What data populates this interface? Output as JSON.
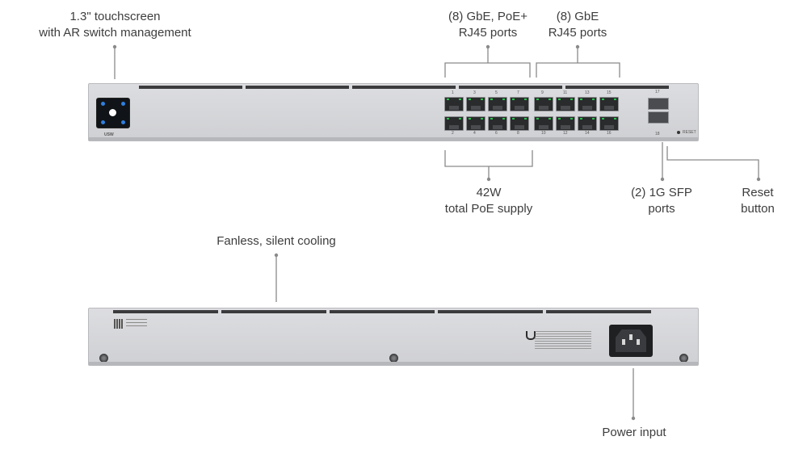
{
  "callouts": {
    "touchscreen": [
      "1.3\" touchscreen",
      "with AR switch management"
    ],
    "poe_ports": [
      "(8) GbE, PoE+",
      "RJ45 ports"
    ],
    "gbe_ports": [
      "(8) GbE",
      "RJ45 ports"
    ],
    "poe_supply": [
      "42W",
      "total PoE supply"
    ],
    "sfp_ports": [
      "(2) 1G SFP",
      "ports"
    ],
    "reset": [
      "Reset",
      "button"
    ],
    "cooling": [
      "Fanless, silent cooling"
    ],
    "power": [
      "Power input"
    ]
  },
  "front_panel": {
    "model_text": "USW",
    "reset_text": "RESET",
    "port_numbers_top": [
      "1",
      "3",
      "5",
      "7",
      "9",
      "11",
      "13",
      "15"
    ],
    "port_numbers_bottom": [
      "2",
      "4",
      "6",
      "8",
      "10",
      "12",
      "14",
      "16"
    ],
    "sfp_numbers": [
      "17",
      "18"
    ]
  },
  "colors": {
    "chassis": "#d4d5d8",
    "led_green": "#27c24c",
    "led_orange": "#f08a24",
    "lcd_accent": "#2f7fe0",
    "callout_line": "#8a8a8a"
  }
}
